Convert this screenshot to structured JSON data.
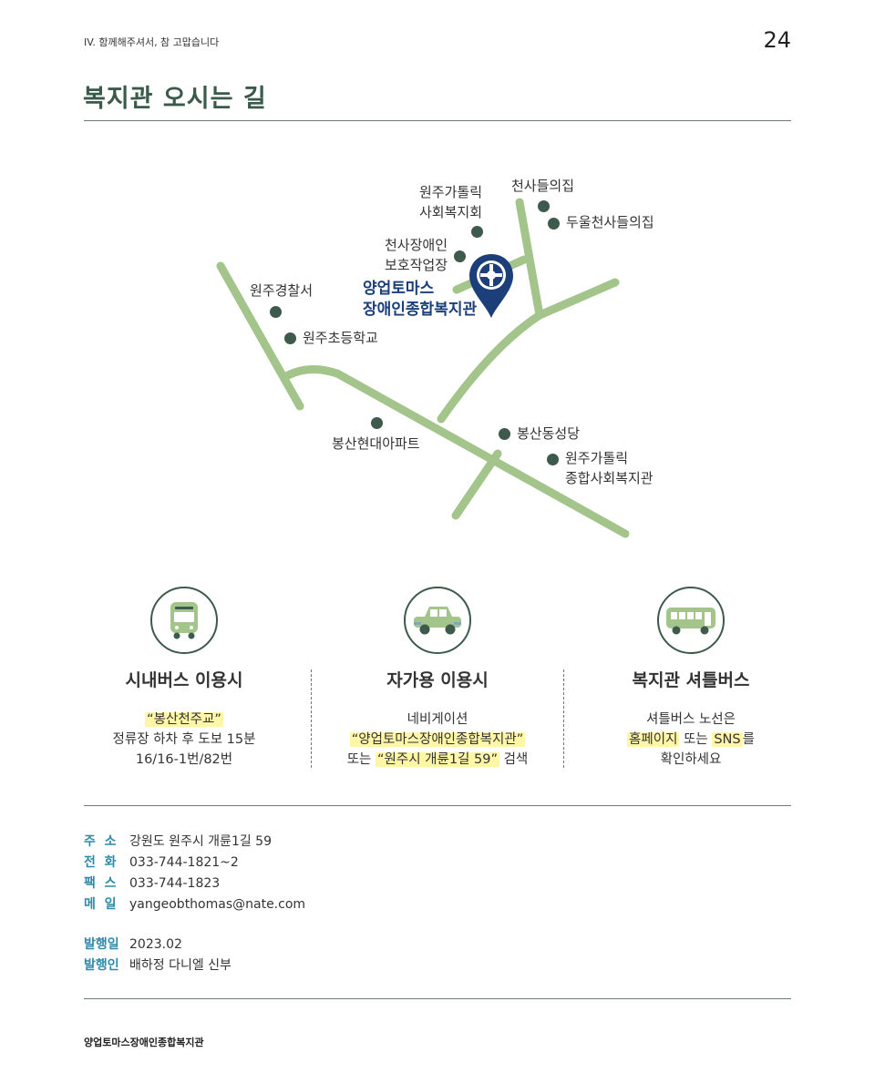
{
  "header": {
    "section": "IV. 함께해주셔서, 참 고맙습니다",
    "page_number": "24"
  },
  "title": "복지관 오시는 길",
  "map": {
    "main_location": [
      "양업토마스",
      "장애인종합복지관"
    ],
    "landmarks": {
      "wonju_catholic_social": [
        "원주가톨릭",
        "사회복지회"
      ],
      "angel_house": "천사들의집",
      "dual_angel_house": "두울천사들의집",
      "angel_workshop": [
        "천사장애인",
        "보호작업장"
      ],
      "police": "원주경찰서",
      "elementary": "원주초등학교",
      "apartment": "봉산현대아파트",
      "cathedral": "봉산동성당",
      "catholic_welfare": [
        "원주가톨릭",
        "종합사회복지관"
      ]
    },
    "colors": {
      "road": "#a3c48a",
      "dot": "#3d5a4c",
      "pin": "#1c3f7a"
    }
  },
  "transport": [
    {
      "icon": "bus-icon",
      "title": "시내버스 이용시",
      "lines": [
        "“봉산천주교”",
        "정류장 하차 후 도보 15분",
        "16/16-1번/82번"
      ]
    },
    {
      "icon": "car-icon",
      "title": "자가용 이용시",
      "lines": [
        "네비게이션",
        "“양업토마스장애인종합복지관”",
        "또는",
        "“원주시 개륜1길 59”",
        "검색"
      ]
    },
    {
      "icon": "shuttle-bus-icon",
      "title": "복지관 셔틀버스",
      "lines": [
        "셔틀버스 노선은",
        "홈페이지",
        "또는",
        "SNS",
        "를",
        "확인하세요"
      ]
    }
  ],
  "info": [
    {
      "key": "주  소",
      "value": "강원도 원주시 개륜1길 59"
    },
    {
      "key": "전  화",
      "value": "033-744-1821~2"
    },
    {
      "key": "팩  스",
      "value": "033-744-1823"
    },
    {
      "key": "메  일",
      "value": "yangeobthomas@nate.com"
    }
  ],
  "publish": [
    {
      "key": "발행일",
      "value": "2023.02"
    },
    {
      "key": "발행인",
      "value": "배하정 다니엘 신부"
    }
  ],
  "footer": "양업토마스장애인종합복지관"
}
